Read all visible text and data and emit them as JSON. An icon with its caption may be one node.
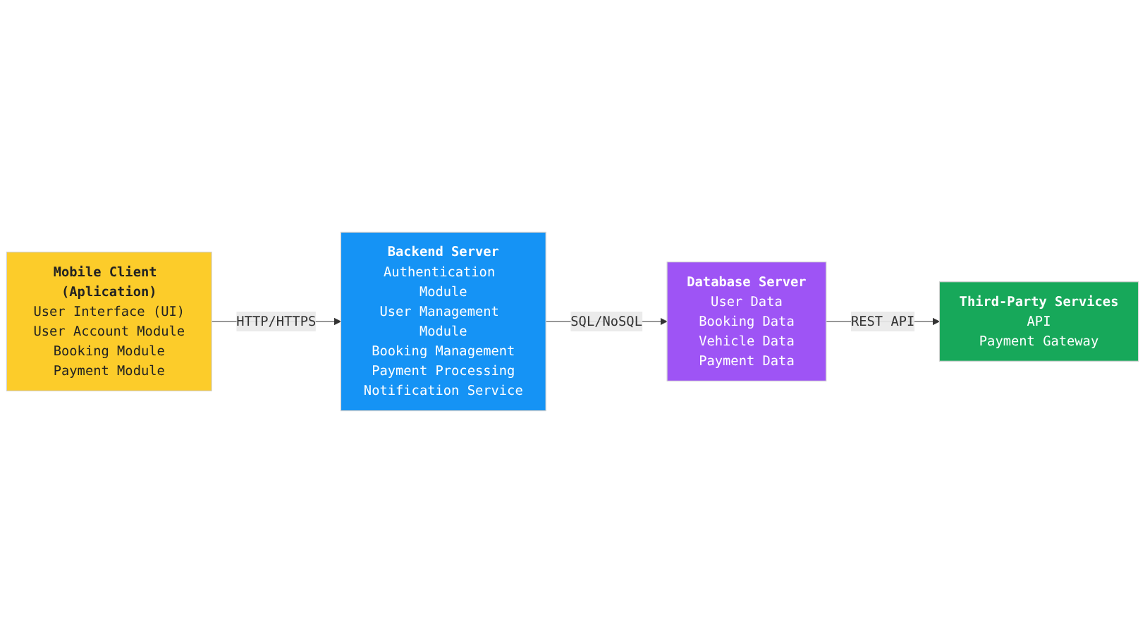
{
  "diagram": {
    "nodes": [
      {
        "text": [
          "Mobile Client (Aplication)",
          "User Interface (UI)",
          "User Account Module",
          "Booking Module",
          "Payment Module"
        ]
      },
      {
        "text": [
          "Backend Server",
          "Authentication Module",
          "User Management Module",
          "Booking Management",
          "Payment Processing",
          "Notification Service"
        ]
      },
      {
        "text": [
          "Database Server",
          "User Data",
          "Booking Data",
          "Vehicle Data",
          "Payment Data"
        ]
      },
      {
        "text": [
          "Third-Party Services",
          "API",
          "Payment Gateway"
        ]
      }
    ],
    "edges": [
      {
        "from": 0,
        "to": 1,
        "arrow": "to",
        "label": "HTTP/HTTPS"
      },
      {
        "from": 1,
        "to": 2,
        "arrow": "to",
        "label": "SQL/NoSQL"
      },
      {
        "from": 2,
        "to": 3,
        "arrow": "to",
        "label": "REST API"
      }
    ]
  }
}
